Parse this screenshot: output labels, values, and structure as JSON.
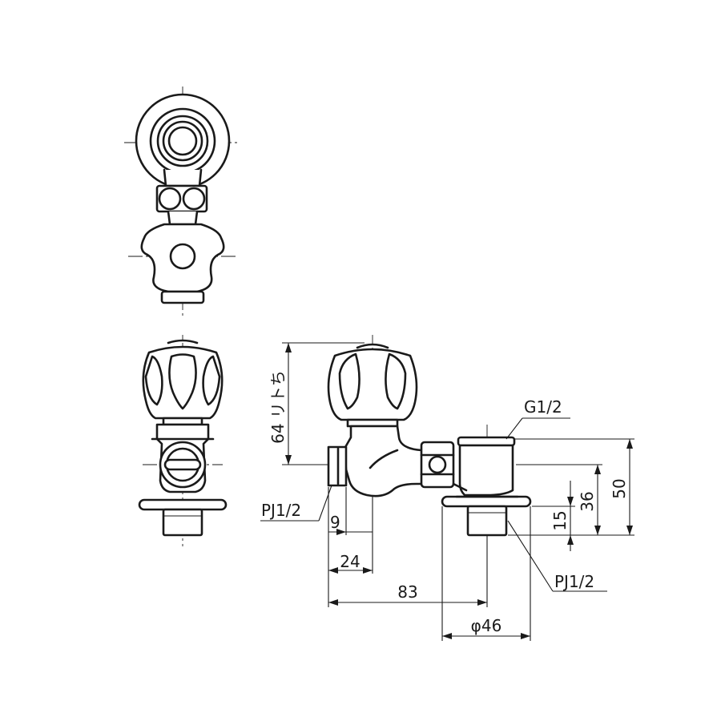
{
  "labels": {
    "thread_top": "G1/2",
    "thread_inlet": "PJ1/2",
    "thread_outlet": "PJ1/2",
    "height_total": "64 リトち",
    "dim_9": "9",
    "dim_24": "24",
    "dim_83": "83",
    "dim_diameter": "φ46",
    "dim_15": "15",
    "dim_36": "36",
    "dim_50": "50"
  }
}
